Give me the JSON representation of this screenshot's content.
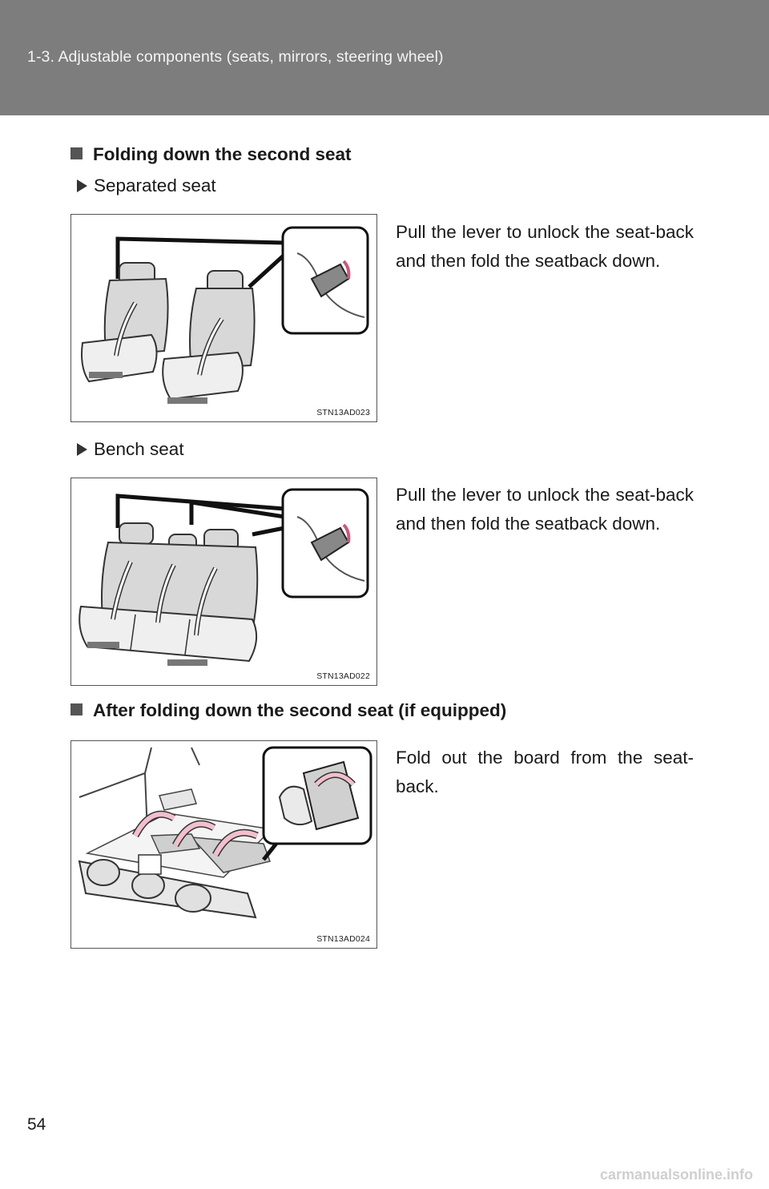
{
  "header": {
    "title": "1-3. Adjustable components (seats, mirrors, steering wheel)"
  },
  "sections": [
    {
      "heading": "Folding down the second seat",
      "items": [
        {
          "label": "Separated seat",
          "text": "Pull the lever to unlock the seat-back and then fold the seatback down.",
          "figure_code": "STN13AD023"
        },
        {
          "label": "Bench seat",
          "text": "Pull the lever to unlock the seat-back and then fold the seatback down.",
          "figure_code": "STN13AD022"
        }
      ]
    },
    {
      "heading": "After folding down the second seat (if equipped)",
      "text": "Fold out the board from the seat-back.",
      "figure_code": "STN13AD024"
    }
  ],
  "page_number": "54",
  "watermark": "carmanualsonline.info",
  "colors": {
    "header_bg": "#7d7d7d",
    "arrow_fill": "#f3bfcd",
    "seat_fill": "#d8d8d8"
  }
}
